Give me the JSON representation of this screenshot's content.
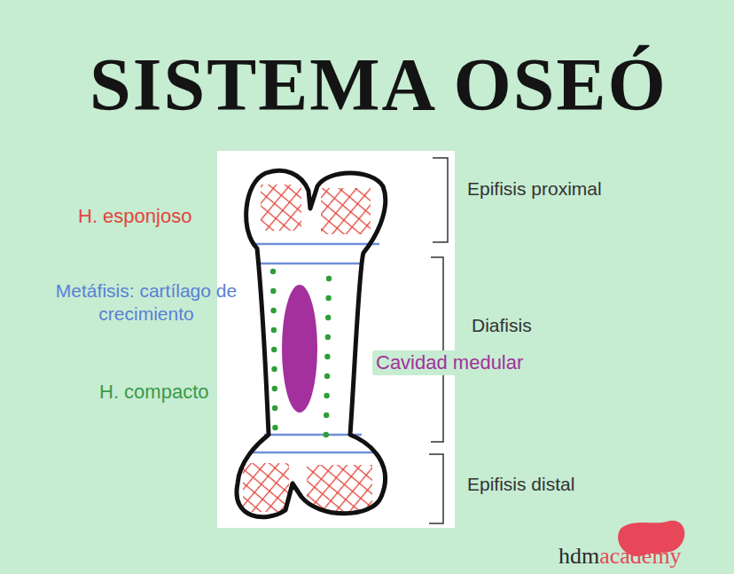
{
  "diagram": {
    "title": "SISTEMA OSEÓ",
    "labels": [
      "H. esponjoso",
      "Metáfisis: cartílago de crecimiento",
      "H. compacto",
      "Epifisis proximal",
      "Diafisis",
      "Cavidad medular",
      "Epifisis distal",
      "hdm",
      "academy"
    ]
  }
}
